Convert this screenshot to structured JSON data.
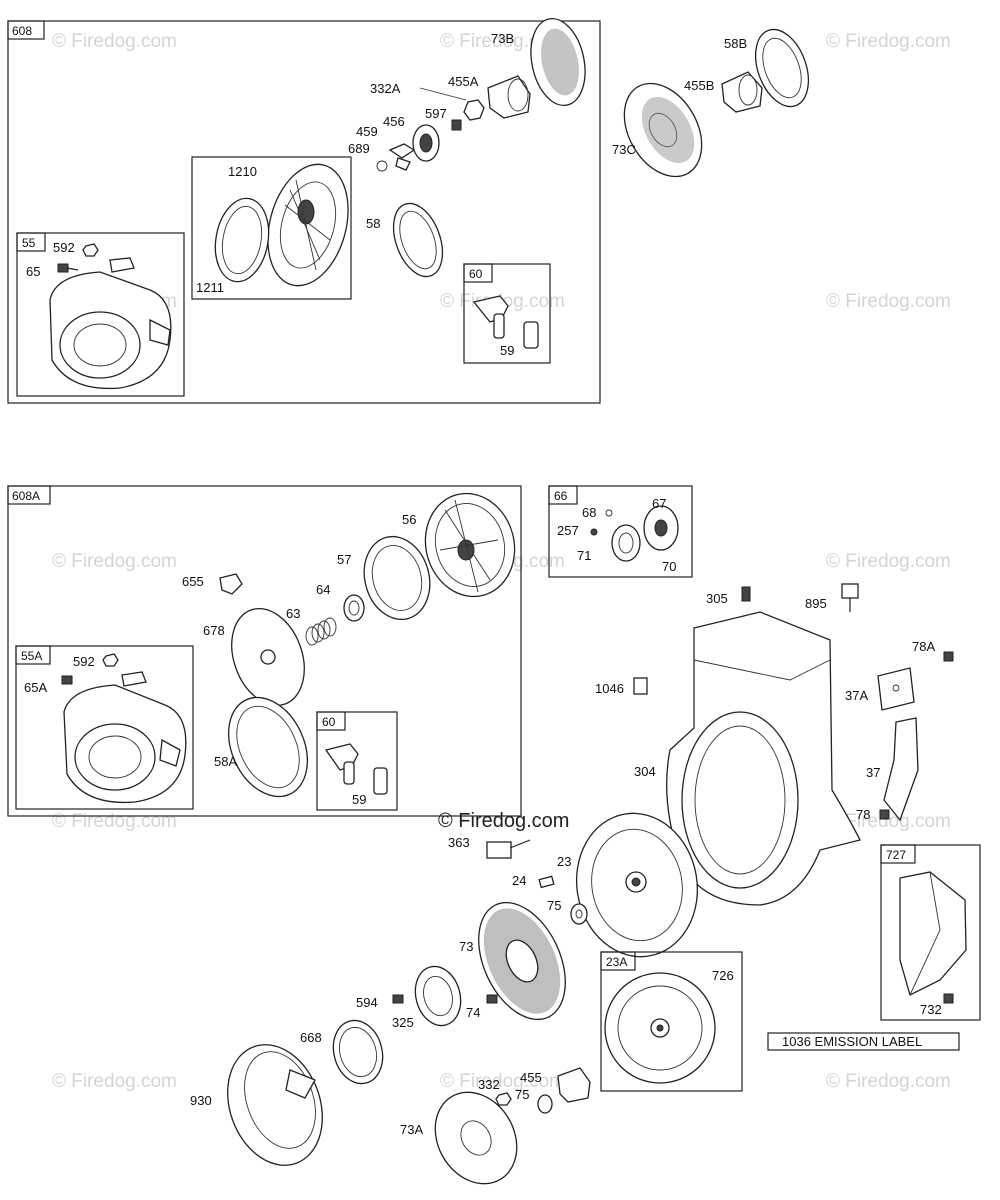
{
  "watermark": "© Firedog.com",
  "watermark_center": "© Firedog.com",
  "groups": {
    "g608": "608",
    "g608a": "608A",
    "g55": "55",
    "g55a": "55A",
    "g60_top": "60",
    "g60_bottom": "60",
    "g66": "66",
    "g23a": "23A",
    "g727": "727"
  },
  "emission_label": "1036 EMISSION LABEL",
  "labels": {
    "p73B": "73B",
    "p58B": "58B",
    "p332A": "332A",
    "p455A": "455A",
    "p455B": "455B",
    "p597": "597",
    "p459": "459",
    "p456": "456",
    "p689": "689",
    "p73C": "73C",
    "p1210": "1210",
    "p1211": "1211",
    "p58": "58",
    "p592_top": "592",
    "p65": "65",
    "p59_top": "59",
    "p56": "56",
    "p57": "57",
    "p655": "655",
    "p64": "64",
    "p63": "63",
    "p678": "678",
    "p58A": "58A",
    "p592_bottom": "592",
    "p65A": "65A",
    "p59_bottom": "59",
    "p68": "68",
    "p67": "67",
    "p257": "257",
    "p71": "71",
    "p70": "70",
    "p305": "305",
    "p895": "895",
    "p78A": "78A",
    "p1046": "1046",
    "p37A": "37A",
    "p304": "304",
    "p37": "37",
    "p78": "78",
    "p363": "363",
    "p23": "23",
    "p24": "24",
    "p75_top": "75",
    "p73": "73",
    "p726": "726",
    "p594": "594",
    "p325": "325",
    "p74": "74",
    "p668": "668",
    "p930": "930",
    "p332": "332",
    "p455": "455",
    "p75_bottom": "75",
    "p73A": "73A",
    "p732": "732"
  }
}
